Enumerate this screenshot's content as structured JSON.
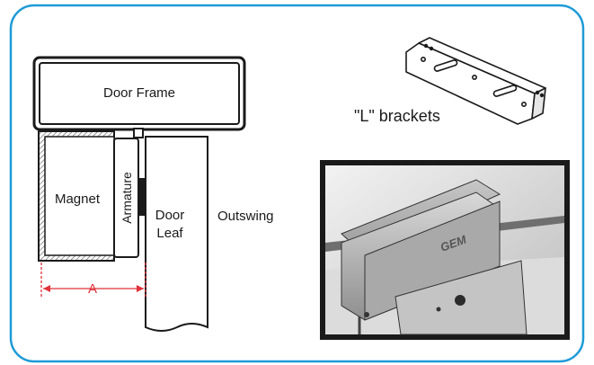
{
  "diagram": {
    "door_frame_label": "Door Frame",
    "magnet_label": "Magnet",
    "armature_label": "Armature",
    "door_leaf_label_line1": "Door",
    "door_leaf_label_line2": "Leaf",
    "outswing_label": "Outswing",
    "dimension_label": "A",
    "brackets_label": "\"L\" brackets",
    "photo_brand": "GEM"
  },
  "colors": {
    "border": "#1e9bd7",
    "dimension": "#e0313a",
    "outline": "#1a1a1a"
  }
}
